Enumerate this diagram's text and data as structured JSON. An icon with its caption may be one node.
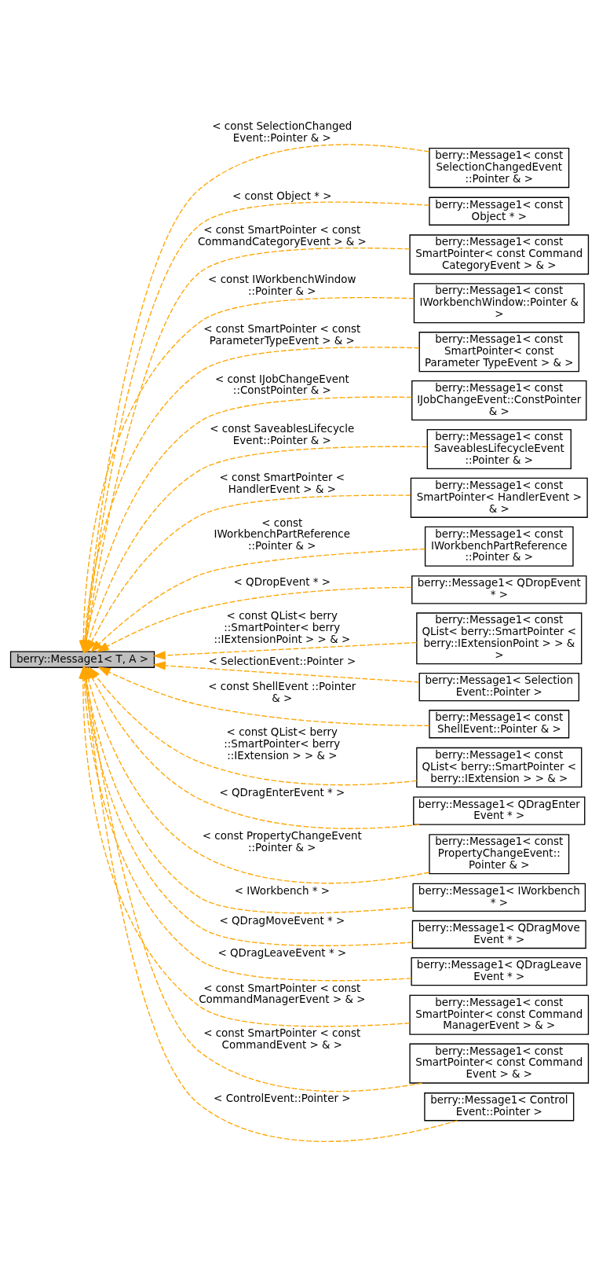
{
  "diagram": {
    "nodes": [
      {
        "text": [
          "berry::Message1< T, A >"
        ]
      },
      {
        "text": [
          "berry::Message1< const SelectionChangedEvent ::Pointer & >"
        ]
      },
      {
        "text": [
          "berry::Message1< const Object * >"
        ]
      },
      {
        "text": [
          "berry::Message1< const SmartPointer< const Command CategoryEvent > & >"
        ]
      },
      {
        "text": [
          "berry::Message1< const IWorkbenchWindow::Pointer & >"
        ]
      },
      {
        "text": [
          "berry::Message1< const SmartPointer< const Parameter TypeEvent > & >"
        ]
      },
      {
        "text": [
          "berry::Message1< const IJobChangeEvent::ConstPointer & >"
        ]
      },
      {
        "text": [
          "berry::Message1< const SaveablesLifecycleEvent ::Pointer & >"
        ]
      },
      {
        "text": [
          "berry::Message1< const SmartPointer< HandlerEvent > & >"
        ]
      },
      {
        "text": [
          "berry::Message1< const IWorkbenchPartReference ::Pointer & >"
        ]
      },
      {
        "text": [
          "berry::Message1< QDropEvent * >"
        ]
      },
      {
        "text": [
          "berry::Message1< const QList< berry::SmartPointer < berry::IExtensionPoint > > & >"
        ]
      },
      {
        "text": [
          "berry::Message1< Selection Event::Pointer >"
        ]
      },
      {
        "text": [
          "berry::Message1< const ShellEvent::Pointer & >"
        ]
      },
      {
        "text": [
          "berry::Message1< const QList< berry::SmartPointer < berry::IExtension > > & >"
        ]
      },
      {
        "text": [
          "berry::Message1< QDragEnter Event * >"
        ]
      },
      {
        "text": [
          "berry::Message1< const PropertyChangeEvent:: Pointer & >"
        ]
      },
      {
        "text": [
          "berry::Message1< IWorkbench * >"
        ]
      },
      {
        "text": [
          "berry::Message1< QDragMove Event * >"
        ]
      },
      {
        "text": [
          "berry::Message1< QDragLeave Event * >"
        ]
      },
      {
        "text": [
          "berry::Message1< const SmartPointer< const Command ManagerEvent > & >"
        ]
      },
      {
        "text": [
          "berry::Message1< const SmartPointer< const Command Event > & >"
        ]
      },
      {
        "text": [
          "berry::Message1< Control Event::Pointer >"
        ]
      }
    ],
    "edges": [
      {
        "from": 1,
        "to": 0,
        "arrow": "to",
        "label": "< const SelectionChanged Event::Pointer & >",
        "style": "dashed",
        "color": "#ffa500"
      },
      {
        "from": 2,
        "to": 0,
        "arrow": "to",
        "label": "< const Object * >",
        "style": "dashed",
        "color": "#ffa500"
      },
      {
        "from": 3,
        "to": 0,
        "arrow": "to",
        "label": "< const SmartPointer < const CommandCategoryEvent > & >",
        "style": "dashed",
        "color": "#ffa500"
      },
      {
        "from": 4,
        "to": 0,
        "arrow": "to",
        "label": "< const IWorkbenchWindow ::Pointer & >",
        "style": "dashed",
        "color": "#ffa500"
      },
      {
        "from": 5,
        "to": 0,
        "arrow": "to",
        "label": "< const SmartPointer < const ParameterTypeEvent > & >",
        "style": "dashed",
        "color": "#ffa500"
      },
      {
        "from": 6,
        "to": 0,
        "arrow": "to",
        "label": "< const IJobChangeEvent ::ConstPointer & >",
        "style": "dashed",
        "color": "#ffa500"
      },
      {
        "from": 7,
        "to": 0,
        "arrow": "to",
        "label": "< const SaveablesLifecycle Event::Pointer & >",
        "style": "dashed",
        "color": "#ffa500"
      },
      {
        "from": 8,
        "to": 0,
        "arrow": "to",
        "label": "< const SmartPointer < HandlerEvent > & >",
        "style": "dashed",
        "color": "#ffa500"
      },
      {
        "from": 9,
        "to": 0,
        "arrow": "to",
        "label": "< const IWorkbenchPartReference ::Pointer & >",
        "style": "dashed",
        "color": "#ffa500"
      },
      {
        "from": 10,
        "to": 0,
        "arrow": "to",
        "label": "< QDropEvent * >",
        "style": "dashed",
        "color": "#ffa500"
      },
      {
        "from": 11,
        "to": 0,
        "arrow": "to",
        "label": "< const QList< berry ::SmartPointer< berry ::IExtensionPoint > > & >",
        "style": "dashed",
        "color": "#ffa500"
      },
      {
        "from": 12,
        "to": 0,
        "arrow": "to",
        "label": "< SelectionEvent::Pointer >",
        "style": "dashed",
        "color": "#ffa500"
      },
      {
        "from": 13,
        "to": 0,
        "arrow": "to",
        "label": "< const ShellEvent ::Pointer & >",
        "style": "dashed",
        "color": "#ffa500"
      },
      {
        "from": 14,
        "to": 0,
        "arrow": "to",
        "label": "< const QList< berry ::SmartPointer< berry ::IExtension > > & >",
        "style": "dashed",
        "color": "#ffa500"
      },
      {
        "from": 15,
        "to": 0,
        "arrow": "to",
        "label": "< QDragEnterEvent * >",
        "style": "dashed",
        "color": "#ffa500"
      },
      {
        "from": 16,
        "to": 0,
        "arrow": "to",
        "label": "< const PropertyChangeEvent ::Pointer & >",
        "style": "dashed",
        "color": "#ffa500"
      },
      {
        "from": 17,
        "to": 0,
        "arrow": "to",
        "label": "< IWorkbench * >",
        "style": "dashed",
        "color": "#ffa500"
      },
      {
        "from": 18,
        "to": 0,
        "arrow": "to",
        "label": "< QDragMoveEvent * >",
        "style": "dashed",
        "color": "#ffa500"
      },
      {
        "from": 19,
        "to": 0,
        "arrow": "to",
        "label": "< QDragLeaveEvent * >",
        "style": "dashed",
        "color": "#ffa500"
      },
      {
        "from": 20,
        "to": 0,
        "arrow": "to",
        "label": "< const SmartPointer < const CommandManagerEvent > & >",
        "style": "dashed",
        "color": "#ffa500"
      },
      {
        "from": 21,
        "to": 0,
        "arrow": "to",
        "label": "< const SmartPointer < const CommandEvent > & >",
        "style": "dashed",
        "color": "#ffa500"
      },
      {
        "from": 22,
        "to": 0,
        "arrow": "to",
        "label": "< ControlEvent::Pointer >",
        "style": "dashed",
        "color": "#ffa500"
      }
    ]
  }
}
